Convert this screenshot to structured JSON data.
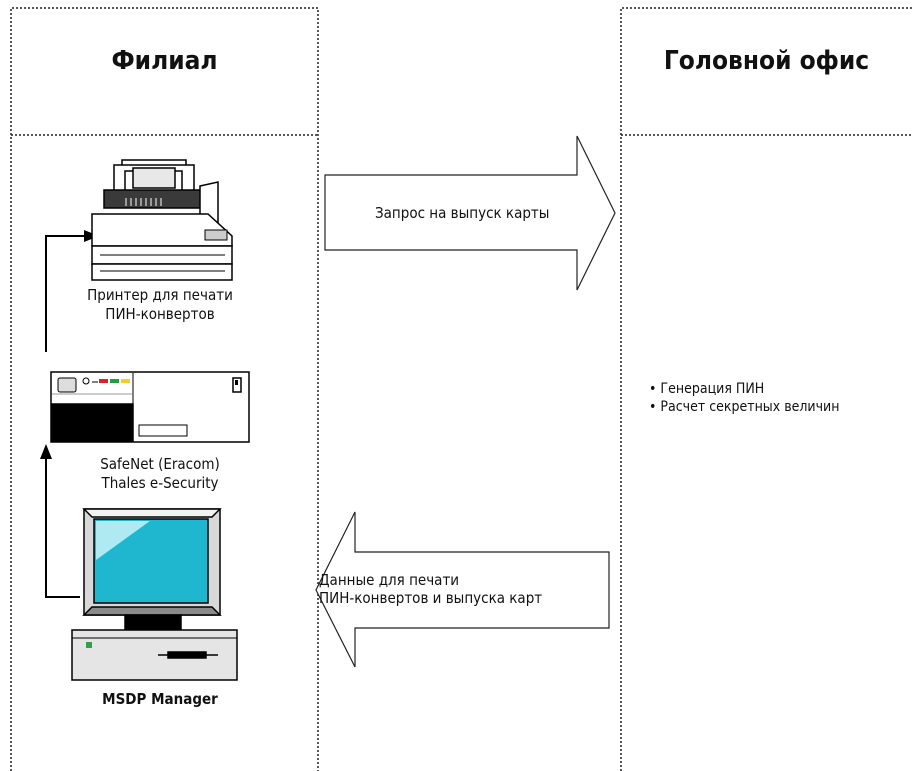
{
  "left_panel": {
    "title": "Филиал",
    "printer_label": [
      "Принтер для печати",
      "ПИН-конвертов"
    ],
    "hsm_label": [
      "SafeNet (Eracom)",
      "Thales e-Security"
    ],
    "workstation_label": "MSDP Manager"
  },
  "right_panel": {
    "title": "Головной офис",
    "bullets": [
      "• Генерация ПИН",
      "• Расчет секретных величин"
    ]
  },
  "arrows": {
    "request": "Запрос на выпуск карты",
    "response": [
      "Данные для печати",
      "ПИН-конвертов и выпуска карт"
    ]
  },
  "colors": {
    "screen": "#1fb6cf",
    "hsm_panel": "#000000",
    "led_red": "#e02020",
    "led_green": "#20a040",
    "led_yellow": "#f0d020",
    "power_led": "#30a050"
  }
}
